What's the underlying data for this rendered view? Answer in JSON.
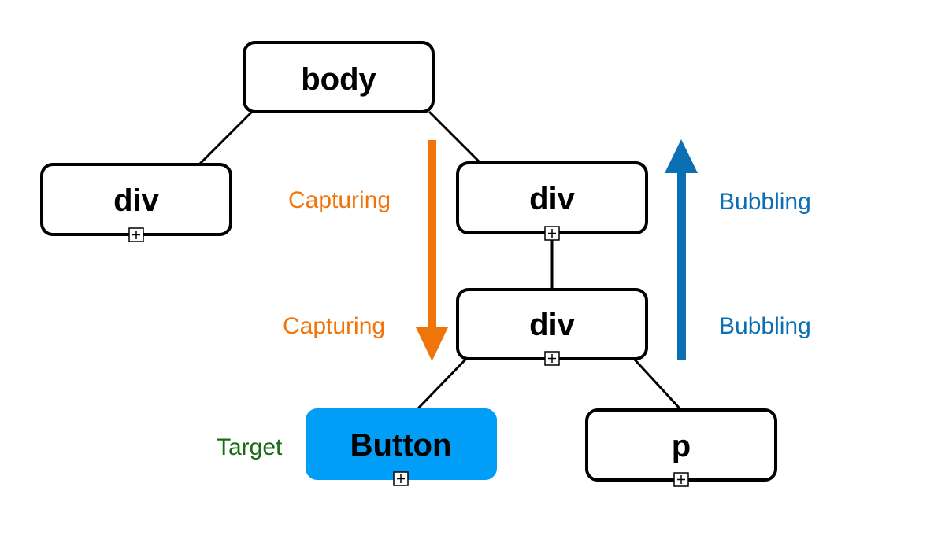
{
  "nodes": {
    "body": {
      "label": "body"
    },
    "div_left": {
      "label": "div"
    },
    "div_right_top": {
      "label": "div"
    },
    "div_middle": {
      "label": "div"
    },
    "button": {
      "label": "Button"
    },
    "p": {
      "label": "p"
    }
  },
  "labels": {
    "capturing_top": "Capturing",
    "capturing_bottom": "Capturing",
    "bubbling_top": "Bubbling",
    "bubbling_bottom": "Bubbling",
    "target": "Target"
  },
  "colors": {
    "capturing": "#f07409",
    "bubbling": "#0b6fb3",
    "target_text": "#1a6b17",
    "target_fill": "#009ef6"
  },
  "icons": {
    "expand": "plus-square-icon"
  }
}
